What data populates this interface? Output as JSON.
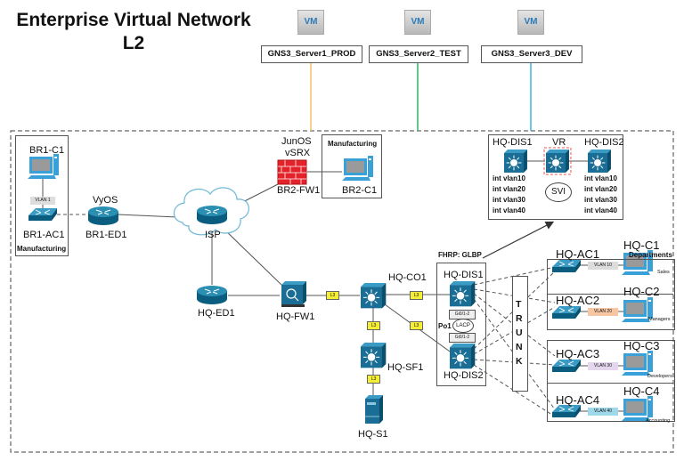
{
  "title": {
    "line1": "Enterprise Virtual Network",
    "line2": "L2"
  },
  "servers": [
    {
      "icon": "VM",
      "label": "GNS3_Server1_PROD",
      "link_color": "#f6c160"
    },
    {
      "icon": "VM",
      "label": "GNS3_Server2_TEST",
      "link_color": "#2fb56a"
    },
    {
      "icon": "VM",
      "label": "GNS3_Server3_DEV",
      "link_color": "#3bb4e8"
    }
  ],
  "branch1": {
    "pc": "BR1-C1",
    "vlan": "VLAN 1",
    "switch": "BR1-AC1",
    "dept": "Manufacturing",
    "router_os": "VyOS",
    "router": "BR1-ED1"
  },
  "isp": {
    "label": "ISP"
  },
  "branch2": {
    "fw_os1": "JunOS",
    "fw_os2": "vSRX",
    "fw": "BR2-FW1",
    "dept": "Manufacturing",
    "pc": "BR2-C1"
  },
  "svi_box": {
    "dis1": "HQ-DIS1",
    "vr": "VR",
    "dis2": "HQ-DIS2",
    "svi": "SVI",
    "vlans_left": [
      "int vlan10",
      "int vlan20",
      "int vlan30",
      "int vlan40"
    ],
    "vlans_right": [
      "int vlan10",
      "int vlan20",
      "int vlan30",
      "int vlan40"
    ]
  },
  "hq": {
    "edge": "HQ-ED1",
    "fw": "HQ-FW1",
    "core": "HQ-CO1",
    "sf": "HQ-SF1",
    "server": "HQ-S1",
    "l3_tag": "L3",
    "fhrp": "FHRP: GLBP",
    "dis1": "HQ-DIS1",
    "dis2": "HQ-DIS2",
    "po": "Po1",
    "lacp": "LACP",
    "port_top": "Gi0/1-2",
    "port_bottom": "Gi0/1-2",
    "trunk": "TRUNK"
  },
  "departments": {
    "title": "Departments",
    "items": [
      {
        "switch": "HQ-AC1",
        "pc": "HQ-C1",
        "vlan": "VLAN 10",
        "vlan_color": "#dcdcdc",
        "name": "Sales"
      },
      {
        "switch": "HQ-AC2",
        "pc": "HQ-C2",
        "vlan": "VLAN 20",
        "vlan_color": "#f7c6a3",
        "name": "Managers"
      },
      {
        "switch": "HQ-AC3",
        "pc": "HQ-C3",
        "vlan": "VLAN 30",
        "vlan_color": "#e4d6ec",
        "name": "Developers"
      },
      {
        "switch": "HQ-AC4",
        "pc": "HQ-C4",
        "vlan": "VLAN 40",
        "vlan_color": "#9fd8e8",
        "name": "Accounting"
      }
    ]
  }
}
